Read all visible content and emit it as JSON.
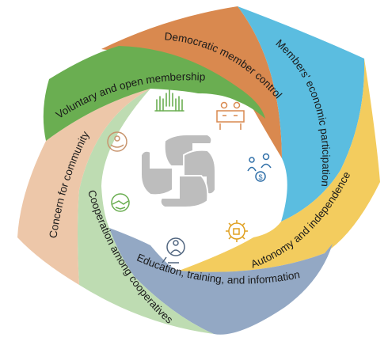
{
  "bands": [
    {
      "id": "democratic",
      "label": "Democratic member control",
      "color": "#D9894F"
    },
    {
      "id": "economic",
      "label": "Members' economic participation",
      "color": "#5BBDE0"
    },
    {
      "id": "autonomy",
      "label": "Autonomy and independence",
      "color": "#F3CC5E"
    },
    {
      "id": "education",
      "label": "Education, training, and information",
      "color": "#93A8C4"
    },
    {
      "id": "cooperation",
      "label": "Cooperation among cooperatives",
      "color": "#BEDCB2"
    },
    {
      "id": "community",
      "label": "Concern for community",
      "color": "#EDC7A9"
    },
    {
      "id": "voluntary",
      "label": "Voluntary and open membership",
      "color": "#6AAE51"
    }
  ],
  "icons": [
    {
      "name": "raised-hands-icon",
      "color": "#6AAE51"
    },
    {
      "name": "voting-table-icon",
      "color": "#D9894F"
    },
    {
      "name": "money-people-icon",
      "color": "#5BBDE0"
    },
    {
      "name": "gear-hand-icon",
      "color": "#F3CC5E"
    },
    {
      "name": "learning-person-icon",
      "color": "#93A8C4"
    },
    {
      "name": "handshake-gear-icon",
      "color": "#BEDCB2"
    },
    {
      "name": "caring-hands-icon",
      "color": "#EDC7A9"
    }
  ],
  "center": {
    "name": "interlocking-hands-icon",
    "color": "#BDBDBD"
  }
}
